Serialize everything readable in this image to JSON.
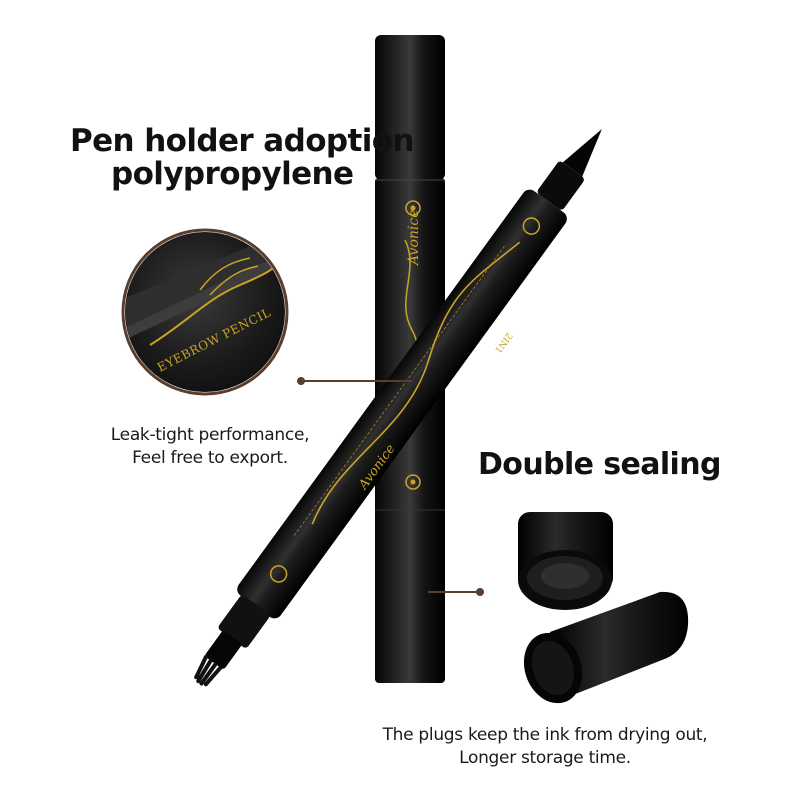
{
  "headings": {
    "material_line1": "Pen holder adoption",
    "material_line2": "polypropylene",
    "sealing": "Double sealing"
  },
  "captions": {
    "leak_line1": "Leak-tight performance,",
    "leak_line2": "Feel free to export.",
    "plugs_line1": "The plugs keep the ink from drying out,",
    "plugs_line2": "Longer storage time."
  },
  "product_print": {
    "brand": "Avonice",
    "label": "EYEBROW PENCIL",
    "size_mark": "2IN1"
  },
  "colors": {
    "pen_body": "#0d0d0d",
    "gold_print": "#c9a227",
    "callout_ring": "#5a3d2b",
    "callout_line": "#5a3d2b",
    "heading_text": "#111111"
  }
}
